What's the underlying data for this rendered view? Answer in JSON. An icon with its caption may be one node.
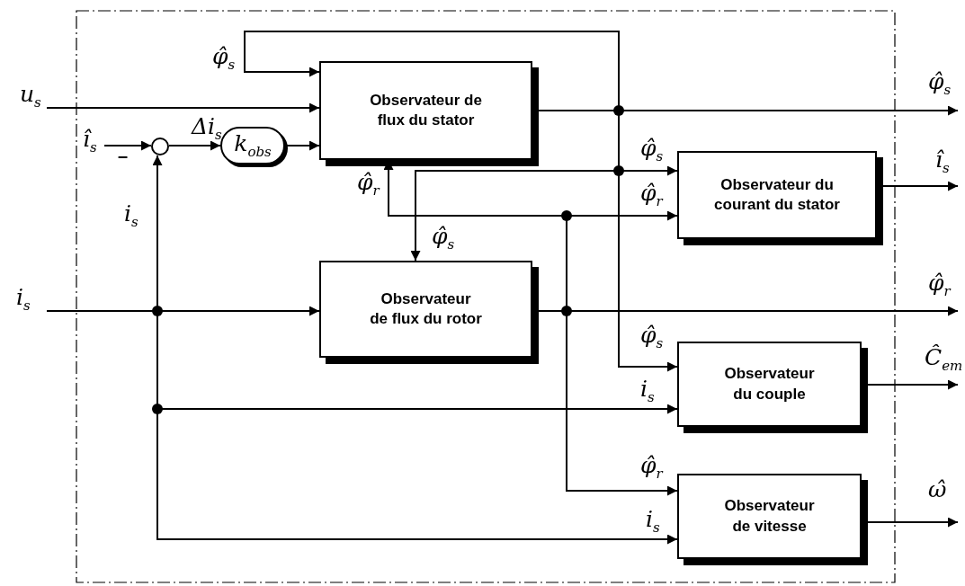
{
  "diagram": {
    "nodes": [
      {
        "text": [
          "Observateur de flux du stator"
        ]
      },
      {
        "text": [
          "Observateur de flux du rotor"
        ]
      },
      {
        "text": [
          "Observateur du courant du stator"
        ]
      },
      {
        "text": [
          "Observateur du couple"
        ]
      },
      {
        "text": [
          "Observateur de vitesse"
        ]
      },
      {
        "text": [
          "k$_{obs}$"
        ]
      },
      {
        "text": [],
        "shape": "circle"
      },
      {
        "text": [
          "u$_{s}$"
        ]
      },
      {
        "text": [
          "î$_{s}$"
        ]
      },
      {
        "text": [
          "i$_{s}$"
        ]
      }
    ],
    "edges": [
      {
        "from": 7,
        "to": 0,
        "arrow": "to"
      },
      {
        "from": 8,
        "to": 6,
        "arrow": "to"
      },
      {
        "from": 6,
        "to": 5,
        "arrow": "to",
        "label": "Δi$_{s}$"
      },
      {
        "from": 5,
        "to": 0,
        "arrow": "to"
      },
      {
        "from": 9,
        "to": 1,
        "arrow": "to"
      },
      {
        "from": 9,
        "to": 6,
        "arrow": "to",
        "label": "i$_{s}$"
      },
      {
        "from": 9,
        "to": 3,
        "arrow": "to",
        "label": "i$_{s}$"
      },
      {
        "from": 9,
        "to": 4,
        "arrow": "to",
        "label": "i$_{s}$"
      },
      {
        "from": 0,
        "to": 0,
        "arrow": "to",
        "label": "φ̂$_{s}$"
      },
      {
        "from": 0,
        "to": null,
        "arrow": "to",
        "label": "φ̂$_{s}$"
      },
      {
        "from": 0,
        "to": 2,
        "arrow": "to",
        "label": "φ̂$_{s}$"
      },
      {
        "from": 0,
        "to": 1,
        "arrow": "to",
        "label": "φ̂$_{s}$"
      },
      {
        "from": 0,
        "to": 3,
        "arrow": "to",
        "label": "φ̂$_{s}$"
      },
      {
        "from": 1,
        "to": null,
        "arrow": "to",
        "label": "φ̂$_{r}$"
      },
      {
        "from": 1,
        "to": 2,
        "arrow": "to",
        "label": "φ̂$_{r}$"
      },
      {
        "from": 1,
        "to": 0,
        "arrow": "to",
        "label": "φ̂$_{r}$"
      },
      {
        "from": 1,
        "to": 4,
        "arrow": "to",
        "label": "φ̂$_{r}$"
      },
      {
        "from": 2,
        "to": null,
        "arrow": "to",
        "label": "î$_{s}$"
      },
      {
        "from": 3,
        "to": null,
        "arrow": "to",
        "label": "Ĉ$_{em}$"
      },
      {
        "from": 4,
        "to": null,
        "arrow": "to",
        "label": "ω̂"
      }
    ],
    "labels": [
      "–"
    ]
  }
}
